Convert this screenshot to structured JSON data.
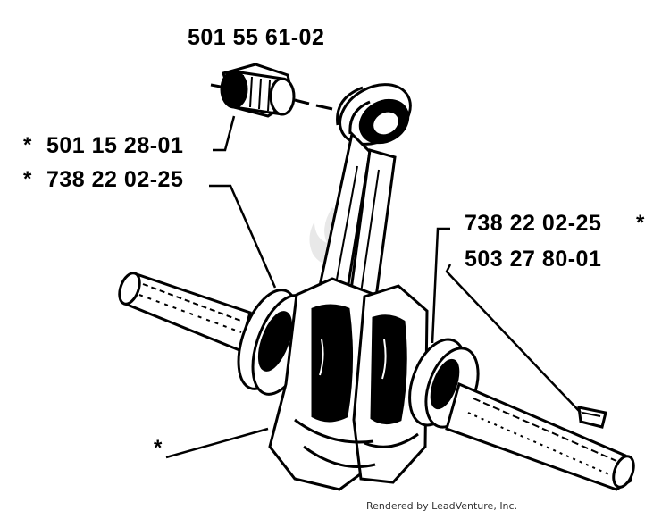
{
  "labels": {
    "needle_bearing": "501 55 61-02",
    "crankpin": "501 15 28-01",
    "bearing_left": "738 22 02-25",
    "bearing_right": "738 22 02-25",
    "key": "503 27 80-01"
  },
  "markers": {
    "asterisk": "*"
  },
  "footer": {
    "credit": "Rendered by LeadVenture, Inc."
  },
  "colors": {
    "ink": "#000000",
    "paper": "#ffffff",
    "watermark": "#e8e8e8"
  }
}
